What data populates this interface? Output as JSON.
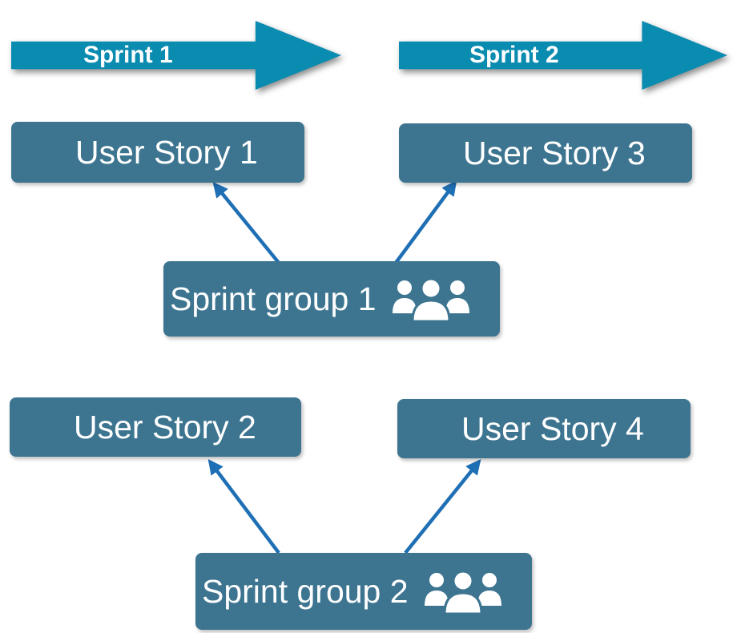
{
  "sprints": [
    {
      "label": "Sprint 1"
    },
    {
      "label": "Sprint 2"
    }
  ],
  "stories": [
    {
      "label": "User Story 1"
    },
    {
      "label": "User Story 3"
    },
    {
      "label": "User Story 2"
    },
    {
      "label": "User Story 4"
    }
  ],
  "groups": [
    {
      "label": "Sprint group 1",
      "icon": "users-group-icon"
    },
    {
      "label": "Sprint group 2",
      "icon": "users-group-icon"
    }
  ],
  "colors": {
    "sprint_arrow": "#0a8bb0",
    "box_fill": "#3d7591",
    "connector": "#1f6fb5",
    "text": "#ffffff"
  }
}
